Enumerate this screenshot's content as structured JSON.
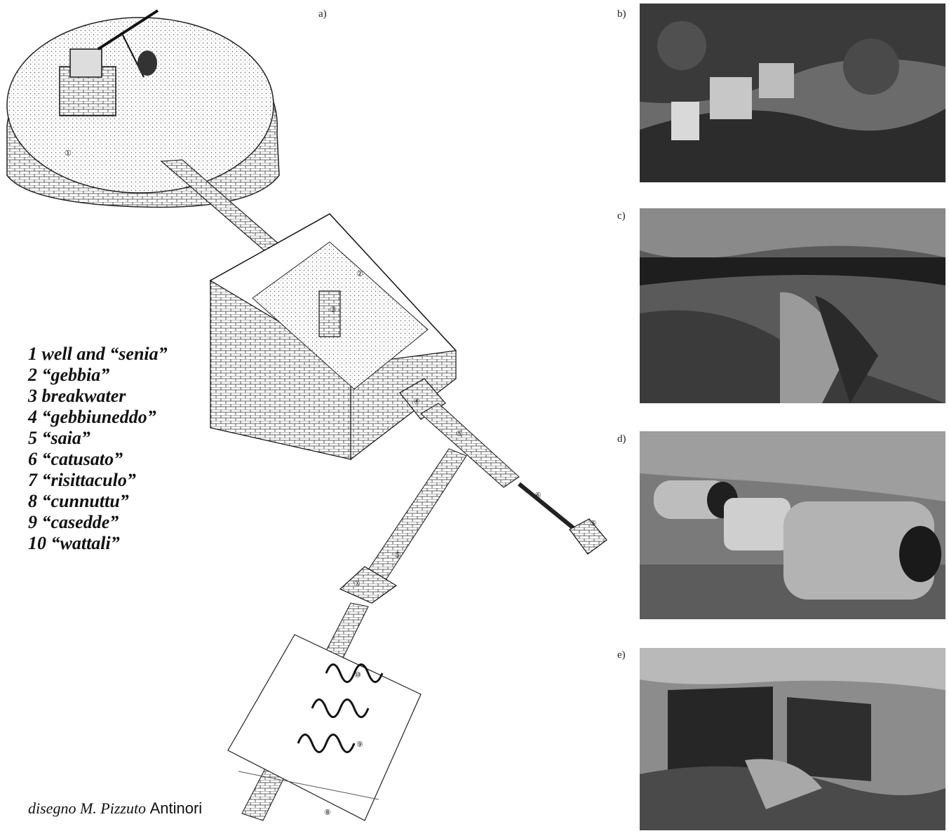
{
  "panels": {
    "a": "a)",
    "b": "b)",
    "c": "c)",
    "d": "d)",
    "e": "e)"
  },
  "legend": [
    "1 well and “senia”",
    "2 “gebbia”",
    "3 breakwater",
    "4 “gebbiuneddo”",
    "5 “saia”",
    "6  “catusato”",
    "7 “risittaculo”",
    "8 “cunnuttu”",
    "9 “casedde”",
    "10 “wattali”"
  ],
  "credit": {
    "prefix": "disegno M. Pizzuto",
    "surname": "Antinori"
  },
  "drawing_numbers": {
    "n1": "①",
    "n2": "②",
    "n3": "③",
    "n4": "④",
    "n5a": "⑤",
    "n5b": "⑤",
    "n5c": "⑤",
    "n6": "⑥",
    "n7": "⑦",
    "n8": "⑧",
    "n9": "⑨",
    "n10": "⑩"
  }
}
